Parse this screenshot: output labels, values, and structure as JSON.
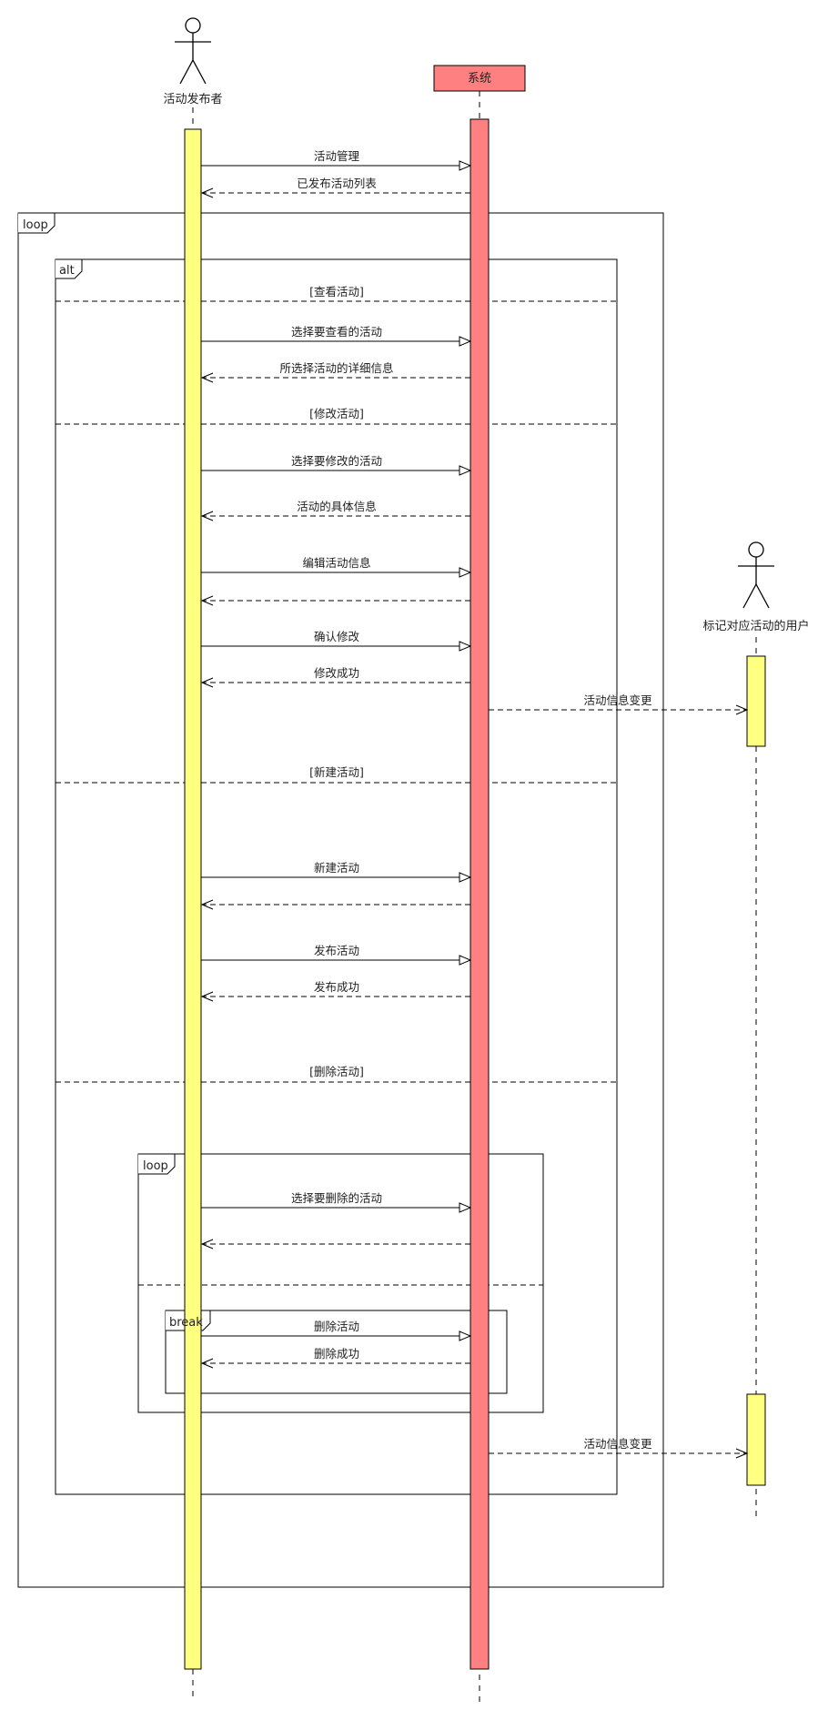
{
  "actors": {
    "publisher": "活动发布者",
    "system": "系统",
    "user": "标记对应活动的用户"
  },
  "frames": {
    "outer_loop": "loop",
    "alt": "alt",
    "inner_loop": "loop",
    "break": "break"
  },
  "guards": {
    "view": "[查看活动]",
    "modify": "[修改活动]",
    "create": "[新建活动]",
    "delete": "[删除活动]"
  },
  "messages": {
    "m1": "活动管理",
    "m2": "已发布活动列表",
    "m3": "选择要查看的活动",
    "m4": "所选择活动的详细信息",
    "m5": "选择要修改的活动",
    "m6": "活动的具体信息",
    "m7": "编辑活动信息",
    "m8": "",
    "m9": "确认修改",
    "m10": "修改成功",
    "m11": "活动信息变更",
    "m12": "新建活动",
    "m13": "",
    "m14": "发布活动",
    "m15": "发布成功",
    "m16": "选择要删除的活动",
    "m17": "",
    "m18": "删除活动",
    "m19": "删除成功",
    "m20": "活动信息变更"
  },
  "colors": {
    "publisher_activation": "#ffff80",
    "system_activation": "#ff8080",
    "user_activation": "#ffff80",
    "system_header": "#ff8080"
  }
}
